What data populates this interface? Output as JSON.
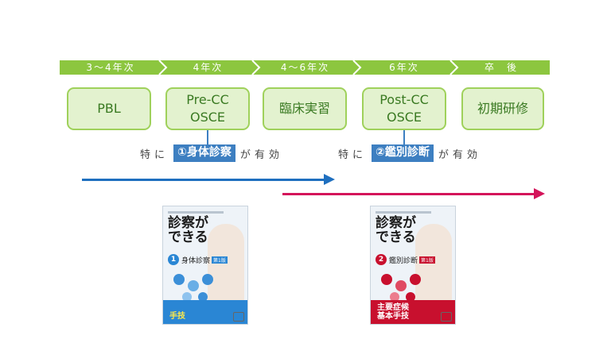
{
  "timeline": {
    "segments": [
      "3～4年次",
      "4年次",
      "4～6年次",
      "6年次",
      "卒　後"
    ],
    "bar_color": "#8cc63f"
  },
  "stages": [
    {
      "lines": [
        "PBL"
      ]
    },
    {
      "lines": [
        "Pre-CC",
        "OSCE"
      ]
    },
    {
      "lines": [
        "臨床実習"
      ]
    },
    {
      "lines": [
        "Post-CC",
        "OSCE"
      ]
    },
    {
      "lines": [
        "初期研修"
      ]
    }
  ],
  "notes": [
    {
      "prefix": "特に",
      "highlight": "①身体診察",
      "suffix": "が有効"
    },
    {
      "prefix": "特に",
      "highlight": "②鑑別診断",
      "suffix": "が有効"
    }
  ],
  "arrows": [
    {
      "color": "#1f6fbf"
    },
    {
      "color": "#d4145a"
    }
  ],
  "books": [
    {
      "title_line1": "診察が",
      "title_line2": "できる",
      "vol_num": "1",
      "subtitle": "身体診察",
      "tag": "第1版",
      "accent": "#2a86d4",
      "band_color": "#2a86d4",
      "band_text_line1": "手技",
      "band_text_line2": "",
      "text_color": "#ffe94a"
    },
    {
      "title_line1": "診察が",
      "title_line2": "できる",
      "vol_num": "2",
      "subtitle": "鑑別診断",
      "tag": "第1版",
      "accent": "#c8102e",
      "band_color": "#c8102e",
      "band_text_line1": "主要症候",
      "band_text_line2": "基本手技",
      "text_color": "#ffffff"
    }
  ]
}
